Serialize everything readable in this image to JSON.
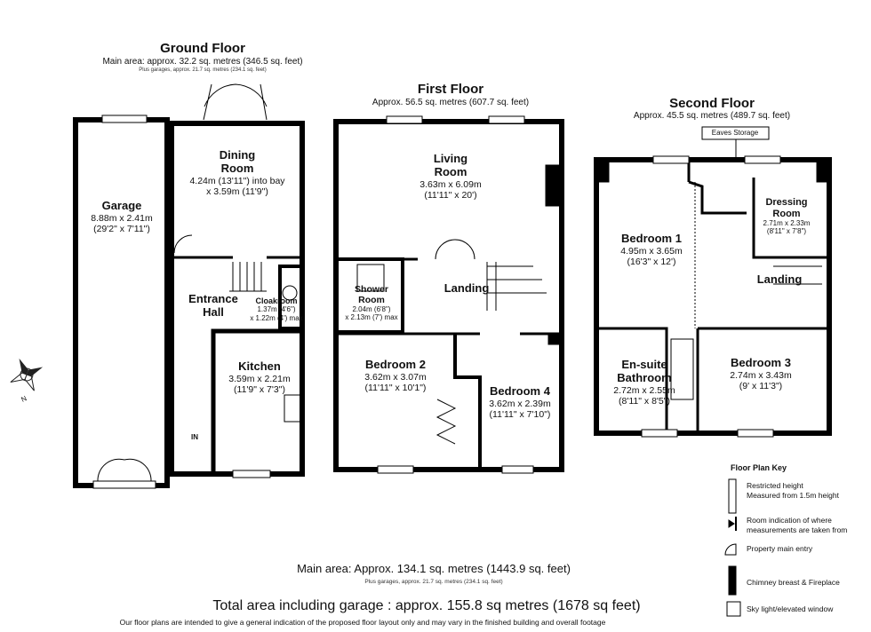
{
  "ground_floor": {
    "title": "Ground Floor",
    "area": "Main area: approx. 32.2 sq. metres (346.5 sq. feet)",
    "garage_area": "Plus garages, approx. 21.7 sq. metres (234.1 sq. feet)",
    "rooms": [
      {
        "name": "Garage",
        "dims": [
          "8.88m x 2.41m",
          "(29'2\" x 7'11\")"
        ]
      },
      {
        "name": "Dining Room",
        "dims": [
          "4.24m (13'11\") into bay",
          "x 3.59m (11'9\")"
        ]
      },
      {
        "name": "Entrance Hall",
        "dims": []
      },
      {
        "name": "Cloakroom",
        "dims": [
          "1.37m (4'6\")",
          "x 1.22m (4') max"
        ]
      },
      {
        "name": "Kitchen",
        "dims": [
          "3.59m x 2.21m",
          "(11'9\" x 7'3\")"
        ]
      }
    ],
    "entry_label": "IN"
  },
  "first_floor": {
    "title": "First Floor",
    "area": "Approx. 56.5 sq. metres (607.7 sq. feet)",
    "rooms": [
      {
        "name": "Living Room",
        "dims": [
          "3.63m x 6.09m",
          "(11'11\" x 20')"
        ]
      },
      {
        "name": "Shower Room",
        "dims": [
          "2.04m (6'8\")",
          "x 2.13m (7') max"
        ]
      },
      {
        "name": "Landing",
        "dims": []
      },
      {
        "name": "Bedroom 2",
        "dims": [
          "3.62m x 3.07m",
          "(11'11\" x 10'1\")"
        ]
      },
      {
        "name": "Bedroom 4",
        "dims": [
          "3.62m x 2.39m",
          "(11'11\" x 7'10\")"
        ]
      }
    ]
  },
  "second_floor": {
    "title": "Second Floor",
    "area": "Approx. 45.5 sq. metres (489.7 sq. feet)",
    "eaves_label": "Eaves Storage",
    "rooms": [
      {
        "name": "Dressing Room",
        "dims": [
          "2.71m x 2.33m",
          "(8'11\" x 7'8\")"
        ]
      },
      {
        "name": "Bedroom 1",
        "dims": [
          "4.95m x 3.65m",
          "(16'3\" x 12')"
        ]
      },
      {
        "name": "Landing",
        "dims": []
      },
      {
        "name": "En-suite Bathroom",
        "dims": [
          "2.72m x 2.55m",
          "(8'11\" x 8'5\")"
        ]
      },
      {
        "name": "Bedroom 3",
        "dims": [
          "2.74m x 3.43m",
          "(9' x 11'3\")"
        ]
      }
    ]
  },
  "key": {
    "title": "Floor Plan Key",
    "items": [
      "Restricted height\nMeasured from 1.5m height",
      "Room indication of where\nmeasurements are taken from",
      "Property main entry",
      "Chimney breast & Fireplace",
      "Sky light/elevated window"
    ]
  },
  "totals": {
    "main_area": "Main area: Approx. 134.1 sq. metres (1443.9 sq. feet)",
    "garage_area": "Plus garages, approx. 21.7 sq. metres (234.1 sq. feet)",
    "total": "Total area including garage : approx. 155.8 sq metres (1678 sq feet)",
    "disclaimer": "Our floor plans are intended to give a general indication of the proposed floor layout only and may vary in the finished building and overall footage"
  },
  "compass": {
    "label": "N"
  }
}
